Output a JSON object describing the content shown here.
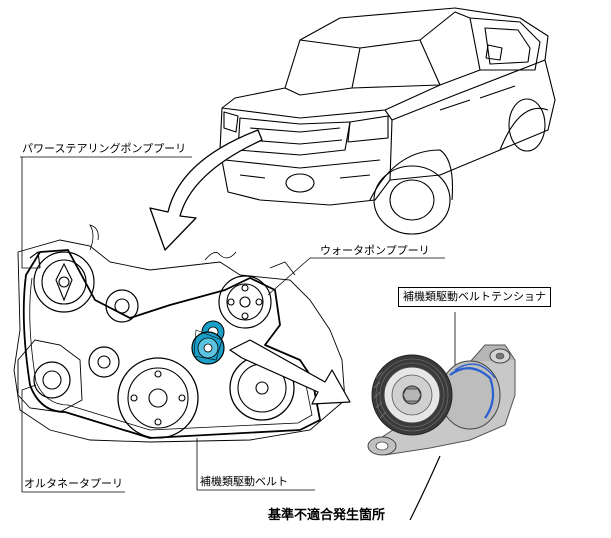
{
  "labels": {
    "power_steering_pulley": "パワーステアリングポンププーリ",
    "water_pump_pulley": "ウォータポンププーリ",
    "belt_tensioner": "補機類駆動ベルトテンショナ",
    "alternator_pulley": "オルタネータプーリ",
    "drive_belt": "補機類駆動ベルト",
    "defect_location": "基準不適合発生箇所"
  },
  "colors": {
    "line": "#000000",
    "highlight": "#1aa0c8",
    "tensioner_body": "#c8c8c8",
    "tensioner_dark": "#3a3a3a",
    "tensioner_accent": "#2a5fd0"
  }
}
